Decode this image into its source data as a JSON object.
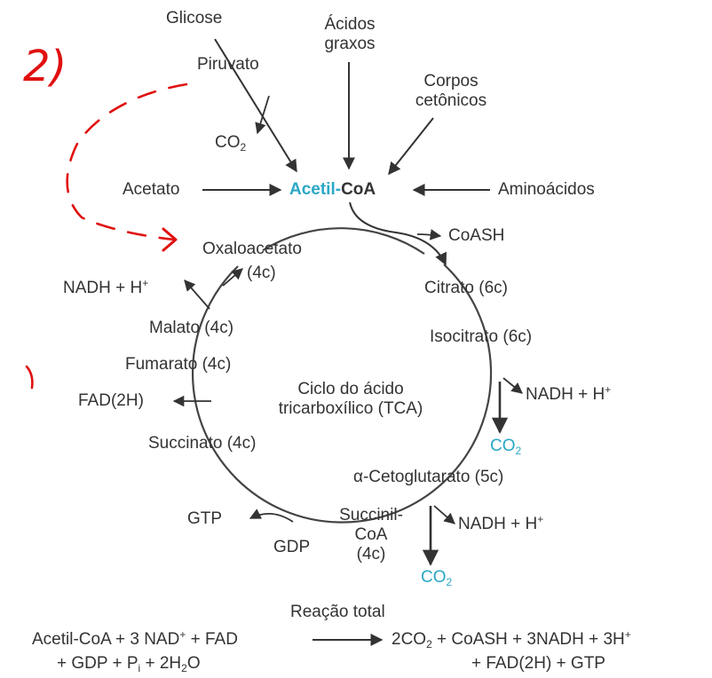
{
  "inputs": {
    "glicose": "Glicose",
    "piruvato": "Piruvato",
    "acidos_graxos_1": "Ácidos",
    "acidos_graxos_2": "graxos",
    "corpos_cetonicos_1": "Corpos",
    "corpos_cetonicos_2": "cetônicos",
    "co2": "CO",
    "acetato": "Acetato",
    "aminoacidos": "Aminoácidos"
  },
  "acetyl_coa": {
    "acetil": "Acetil-",
    "coa": "CoA"
  },
  "cycle": {
    "title_1": "Ciclo do ácido",
    "title_2": "tricarboxílico (TCA)",
    "oxaloacetato": "Oxaloacetato",
    "oxaloacetato_c": "(4c)",
    "coash": "CoASH",
    "citrato": "Citrato (6c)",
    "isocitrato": "Isocitrato (6c)",
    "nadh_1": "NADH + H",
    "co2_1": "CO",
    "cetoglutarato": "α-Cetoglutarato (5c)",
    "nadh_2": "NADH + H",
    "co2_2": "CO",
    "succinil_1": "Succinil-",
    "succinil_2": "CoA",
    "succinil_3": "(4c)",
    "gdp": "GDP",
    "gtp": "GTP",
    "succinato": "Succinato (4c)",
    "fad2h": "FAD(2H)",
    "fumarato": "Fumarato (4c)",
    "malato": "Malato (4c)",
    "nadh_3": "NADH + H"
  },
  "reaction": {
    "title": "Reação total",
    "left_1": "Acetil-CoA + 3 NAD",
    "left_1b": " + FAD",
    "left_2a": "+ GDP + P",
    "left_2b": " + 2H",
    "left_2c": "O",
    "right_1a": "2CO",
    "right_1b": " + CoASH + 3NADH + 3H",
    "right_2": "+ FAD(2H) + GTP"
  },
  "handwriting": {
    "mark": "2)"
  },
  "colors": {
    "text": "#333333",
    "accent": "#2aa7c6",
    "ink": "#e01010"
  }
}
